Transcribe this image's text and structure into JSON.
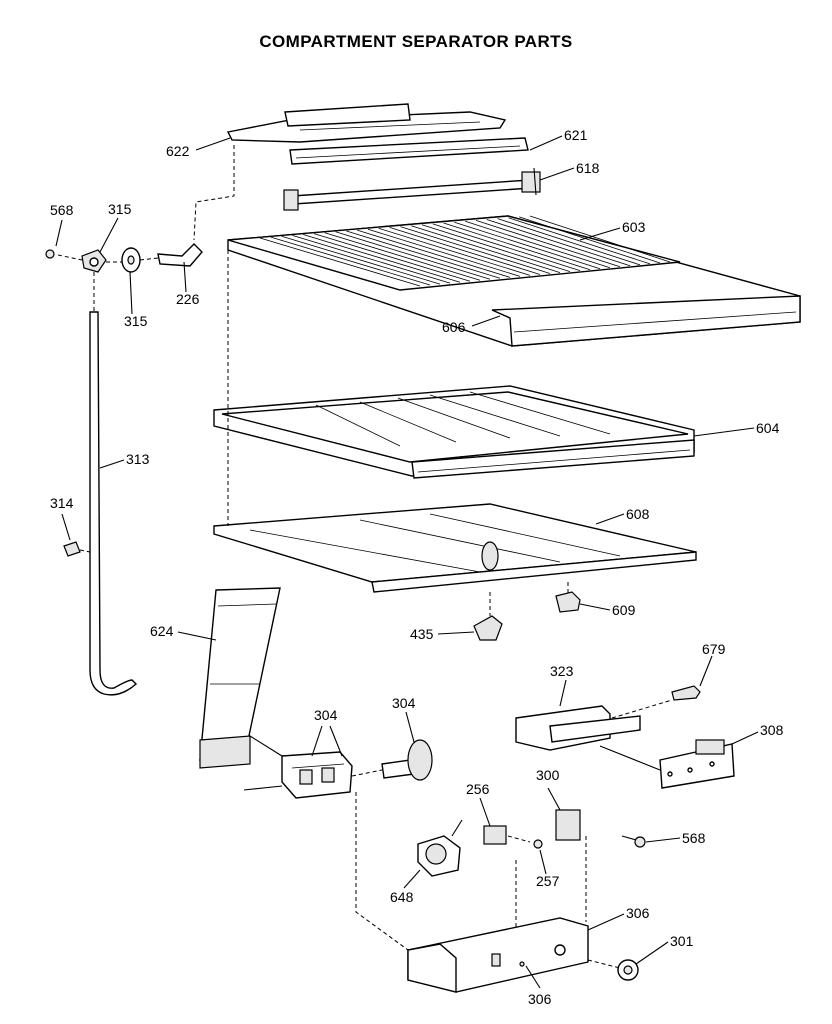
{
  "title": "COMPARTMENT SEPARATOR PARTS",
  "labels": {
    "p622": "622",
    "p621": "621",
    "p618": "618",
    "p568a": "568",
    "p315a": "315",
    "p315b": "315",
    "p226": "226",
    "p603": "603",
    "p606": "606",
    "p313": "313",
    "p314": "314",
    "p604": "604",
    "p608": "608",
    "p609": "609",
    "p435": "435",
    "p624": "624",
    "p304a": "304",
    "p304b": "304",
    "p323": "323",
    "p679": "679",
    "p308": "308",
    "p256": "256",
    "p300": "300",
    "p568b": "568",
    "p257": "257",
    "p648": "648",
    "p306a": "306",
    "p301": "301",
    "p306b": "306"
  }
}
